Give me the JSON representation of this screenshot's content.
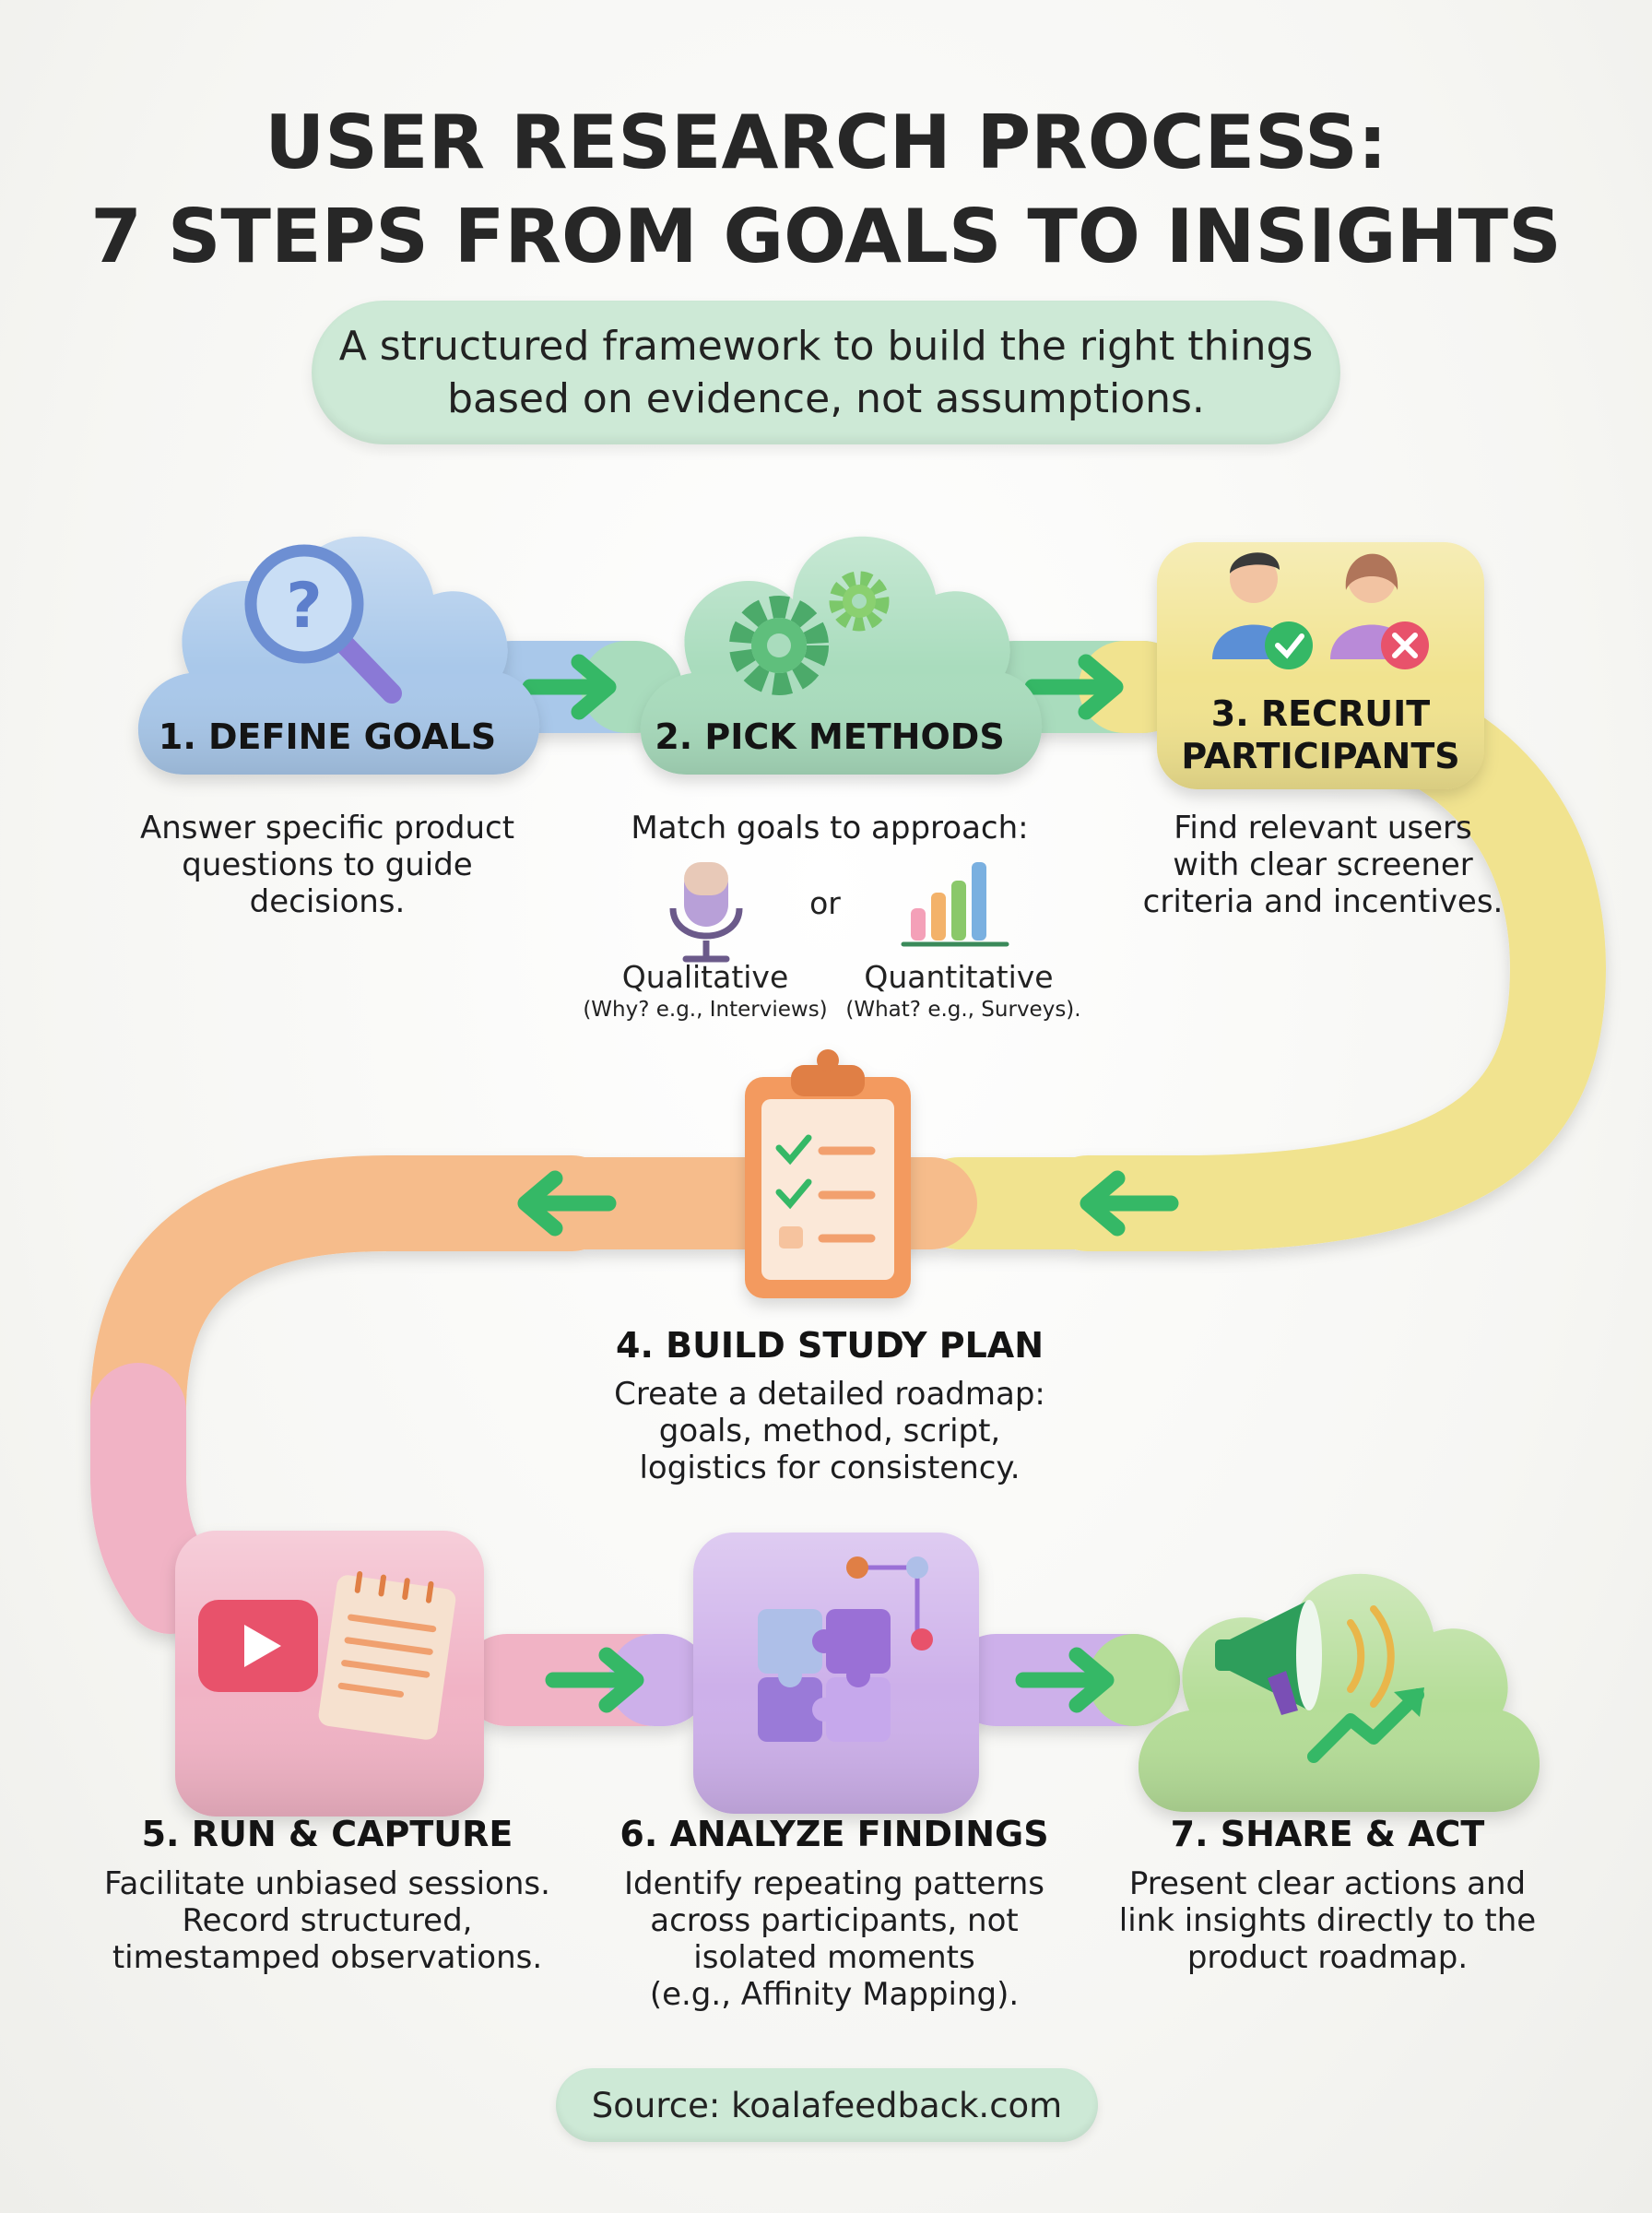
{
  "title": {
    "line1": "USER RESEARCH PROCESS:",
    "line2": "7 STEPS FROM GOALS TO INSIGHTS"
  },
  "subtitle": {
    "line1": "A structured framework to build the right things",
    "line2": "based on evidence, not assumptions."
  },
  "colors": {
    "blue": "#a9c8ea",
    "green": "#a9dcbd",
    "yellow": "#f1e38f",
    "orange": "#f6bc8b",
    "pink": "#f1b3c5",
    "purple": "#cdb0ea",
    "lime": "#b5dd98",
    "arrow": "#35b866"
  },
  "steps": [
    {
      "label": "1. DEFINE GOALS",
      "icon": "magnifier-question-icon",
      "desc": [
        "Answer specific product",
        "questions to guide",
        "decisions."
      ]
    },
    {
      "label": "2. PICK METHODS",
      "icon": "gears-icon",
      "desc": [
        "Match goals to approach:"
      ],
      "options": {
        "qual": {
          "name": "Qualitative",
          "note": "(Why? e.g., Interviews)",
          "icon": "microphone-icon"
        },
        "or": "or",
        "quant": {
          "name": "Quantitative",
          "note": "(What? e.g., Surveys).",
          "icon": "bar-chart-icon"
        }
      }
    },
    {
      "label_lines": [
        "3. RECRUIT",
        "PARTICIPANTS"
      ],
      "icon": "participants-check-cross-icon",
      "desc": [
        "Find relevant users",
        "with clear screener",
        "criteria and incentives."
      ]
    },
    {
      "label": "4. BUILD STUDY PLAN",
      "icon": "clipboard-checklist-icon",
      "desc": [
        "Create a detailed roadmap:",
        "goals, method, script,",
        "logistics for consistency."
      ]
    },
    {
      "label": "5. RUN & CAPTURE",
      "icon": "video-notepad-icon",
      "desc": [
        "Facilitate unbiased sessions.",
        "Record structured,",
        "timestamped observations."
      ]
    },
    {
      "label": "6. ANALYZE FINDINGS",
      "icon": "puzzle-icon",
      "desc": [
        "Identify repeating patterns",
        "across participants, not",
        "isolated moments",
        "(e.g., Affinity Mapping)."
      ]
    },
    {
      "label": "7. SHARE & ACT",
      "icon": "megaphone-trend-icon",
      "desc": [
        "Present clear actions and",
        "link insights directly to the",
        "product roadmap."
      ]
    }
  ],
  "source": "Source: koalafeedback.com"
}
